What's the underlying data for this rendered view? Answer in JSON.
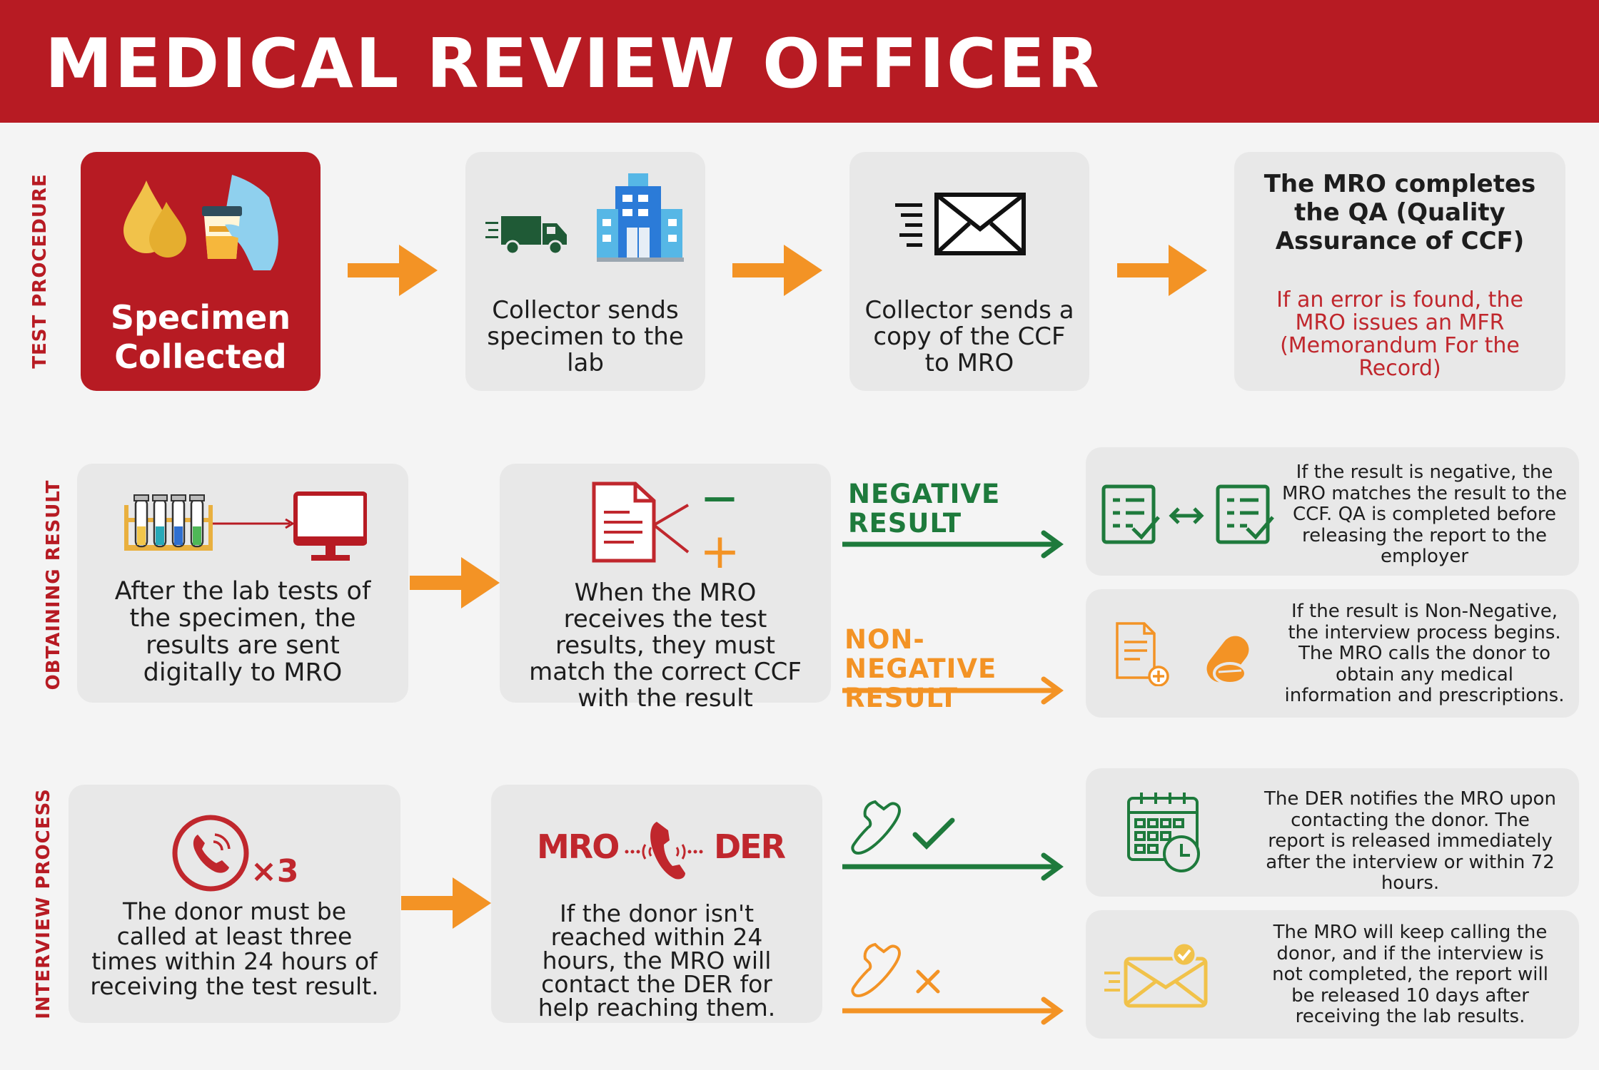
{
  "header": {
    "title": "MEDICAL REVIEW OFFICER"
  },
  "sections": {
    "test": "TEST PROCEDURE",
    "obtain": "OBTAINING RESULT",
    "interview": "INTERVIEW PROCESS"
  },
  "row1": {
    "step1": "Specimen Collected",
    "step2": "Collector sends specimen to the lab",
    "step3": "Collector sends a copy of the CCF to MRO",
    "step4_title": "The MRO completes the QA (Quality Assurance of CCF)",
    "step4_note": "If an error is found, the MRO issues an MFR (Memorandum For the Record)"
  },
  "row2": {
    "step1": "After the lab tests of the specimen, the results are sent digitally to MRO",
    "step2": "When the MRO receives the test results, they must match the correct CCF with the result",
    "neg_label": "NEGATIVE RESULT",
    "nonneg_label": "NON-NEGATIVE RESULT",
    "neg_text": "If the result is negative, the MRO matches the result to the CCF. QA is completed before releasing the report to the employer",
    "nonneg_text": "If the result is Non-Negative, the interview process begins. The MRO calls the donor to obtain any medical information and prescriptions.",
    "minus": "—",
    "plus": "+"
  },
  "row3": {
    "step1": "The donor must be called at least three times within 24 hours of receiving the test result.",
    "x3": "×3",
    "mro": "MRO",
    "der": "DER",
    "step2": "If the donor isn't reached within 24 hours, the MRO will contact the DER for help reaching them.",
    "reached_text": "The DER notifies the MRO upon contacting the donor. The report is released immediately after the interview or within 72 hours.",
    "unreached_text": "The MRO will keep calling the donor, and if the interview is not completed, the report will be released 10 days after receiving the lab results."
  },
  "colors": {
    "red": "#b71b23",
    "orange": "#f39325",
    "green": "#1e7a3c",
    "card": "#e8e8e8"
  }
}
